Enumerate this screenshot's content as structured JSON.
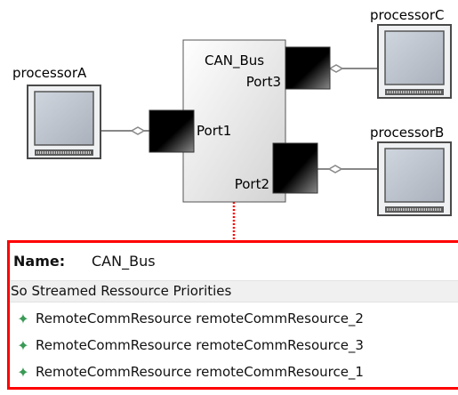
{
  "diagram": {
    "bus": {
      "name": "CAN_Bus",
      "ports": [
        "Port3",
        "Port1",
        "Port2"
      ]
    },
    "processors": [
      "processorA",
      "processorC",
      "processorB"
    ]
  },
  "panel": {
    "name_label": "Name:",
    "name_value": "CAN_Bus",
    "section_title": "So Streamed Ressource Priorities",
    "items": [
      {
        "icon": "green-diamond-icon",
        "text": "RemoteCommResource remoteCommResource_2"
      },
      {
        "icon": "green-diamond-icon",
        "text": "RemoteCommResource remoteCommResource_3"
      },
      {
        "icon": "green-diamond-icon",
        "text": "RemoteCommResource remoteCommResource_1"
      }
    ]
  },
  "colors": {
    "selection_border": "#ff0000",
    "resource_icon": "#3a9a56",
    "connector": "#888888"
  }
}
